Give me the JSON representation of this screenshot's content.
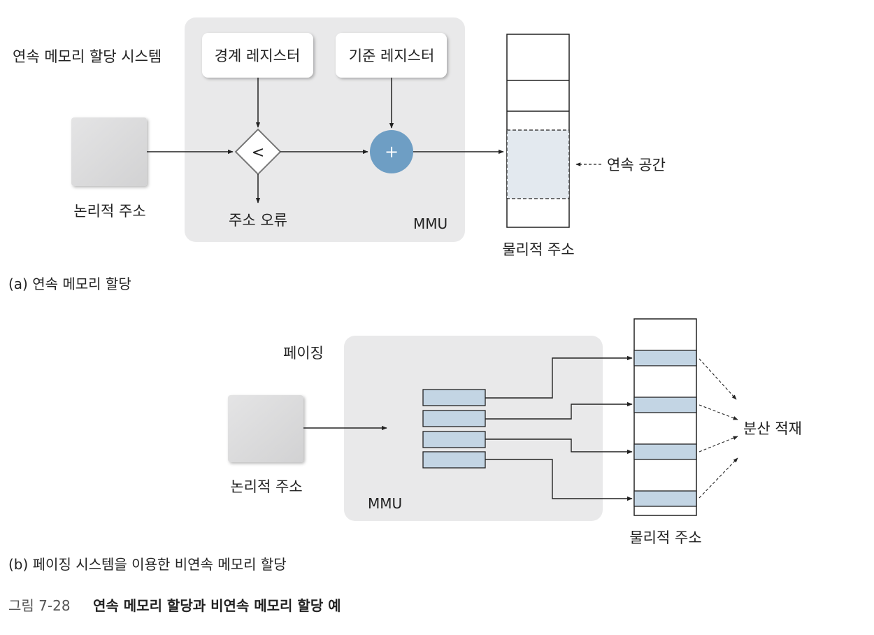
{
  "part_a": {
    "system_label": "연속 메모리 할당 시스템",
    "limit_register": "경계 레지스터",
    "base_register": "기준 레지스터",
    "compare_symbol": "<",
    "add_symbol": "+",
    "logical_address": "논리적 주소",
    "address_error": "주소 오류",
    "mmu": "MMU",
    "contiguous_space": "연속 공간",
    "physical_address": "물리적 주소",
    "caption": "(a) 연속 메모리 할당"
  },
  "part_b": {
    "system_label": "페이징",
    "logical_address": "논리적 주소",
    "mmu": "MMU",
    "scattered": "분산 적재",
    "physical_address": "물리적 주소",
    "caption": "(b) 페이징 시스템을 이용한 비연속 메모리 할당"
  },
  "figure": {
    "number": "그림 7-28",
    "title": "연속 메모리 할당과 비연속 메모리 할당 예"
  },
  "colors": {
    "mmu_bg": "#e9e9ea",
    "add_circle": "#6e9ec4",
    "page_fill": "#c3d5e4",
    "contiguous_fill": "#e3e9ef",
    "logical_box": "#d9d9da"
  }
}
